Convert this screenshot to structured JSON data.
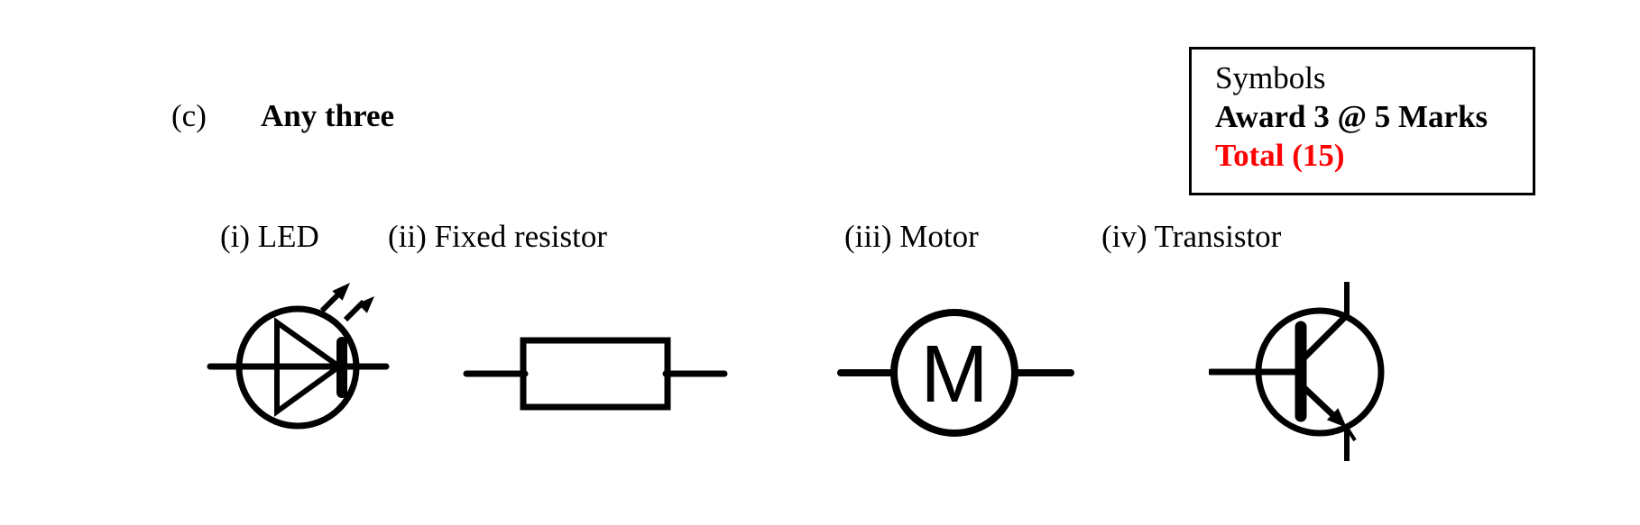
{
  "document": {
    "part_label": "(c)",
    "instruction": "Any three"
  },
  "marks_box": {
    "title": "Symbols",
    "award": "Award 3 @ 5 Marks",
    "total": "Total (15)",
    "total_color": "#ff0000"
  },
  "symbols": [
    {
      "name": "led",
      "label": "(i) LED"
    },
    {
      "name": "fixed-resistor",
      "label": "(ii) Fixed resistor"
    },
    {
      "name": "motor",
      "label": "(iii) Motor",
      "letter": "M"
    },
    {
      "name": "transistor",
      "label": "(iv) Transistor"
    }
  ],
  "colors": {
    "ink": "#000000",
    "total_red": "#ff0000",
    "background": "#ffffff"
  }
}
